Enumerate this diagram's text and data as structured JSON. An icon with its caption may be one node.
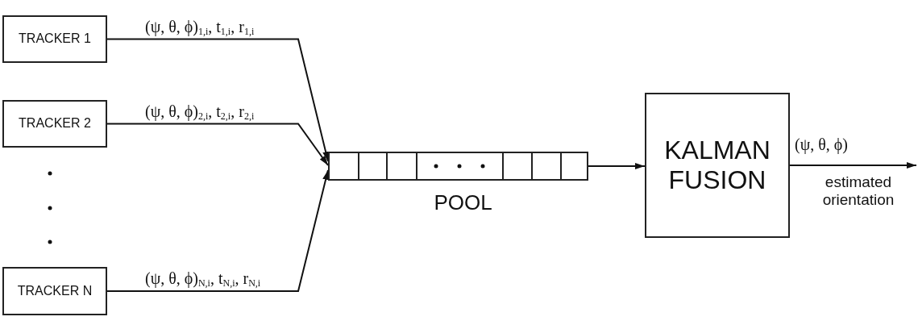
{
  "diagram": {
    "nodes": [
      {
        "text": [
          "TRACKER 1"
        ]
      },
      {
        "text": [
          "TRACKER 2"
        ]
      },
      {
        "text": [
          "TRACKER N"
        ]
      },
      {
        "text": [],
        "shape": "box",
        "beside": [
          "POOL"
        ]
      },
      {
        "text": [
          "KALMAN FUSION"
        ]
      }
    ],
    "edges": [
      {
        "from": 0,
        "to": 3,
        "arrow": "to",
        "label": "(ψ, θ, ϕ)$_{1,i}$, t$_{1,i}$, r$_{1,i}$"
      },
      {
        "from": 1,
        "to": 3,
        "arrow": "to",
        "label": "(ψ, θ, ϕ)$_{2,i}$, t$_{2,i}$, r$_{2,i}$"
      },
      {
        "from": 2,
        "to": 3,
        "arrow": "to",
        "label": "(ψ, θ, ϕ)$_{N,i}$, t$_{N,i}$, r$_{N,i}$"
      },
      {
        "from": 3,
        "to": 4,
        "arrow": "to"
      },
      {
        "from": 4,
        "to": null,
        "arrow": "to",
        "label": "(ψ, θ, ϕ)"
      }
    ],
    "labels": [
      "estimated orientation"
    ]
  }
}
